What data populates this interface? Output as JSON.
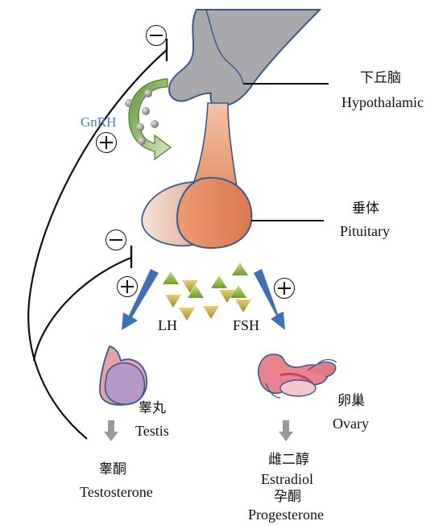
{
  "hypothalamus": {
    "cn": "下丘脑",
    "en": "Hypothalamic"
  },
  "pituitary": {
    "cn": "垂体",
    "en": "Pituitary"
  },
  "hormone_gnrh": "GnRH",
  "hormone_lh": "LH",
  "hormone_fsh": "FSH",
  "testis": {
    "cn": "睾丸",
    "en": "Testis"
  },
  "ovary": {
    "cn": "卵巢",
    "en": "Ovary"
  },
  "male_hormone": {
    "cn": "睾酮",
    "en": "Testosterone"
  },
  "female_hormones": {
    "cn1": "雌二醇",
    "en1": "Estradiol",
    "cn2": "孕酮",
    "en2": "Progesterone"
  },
  "colors": {
    "arrow_blue": "#3f6fb8",
    "gnrh_blue": "#4f7bc1",
    "pituitary_orange": "#e08a62",
    "hypothalamus_gray": "#a9a9ad",
    "green_arrow": "#7aa84a"
  }
}
